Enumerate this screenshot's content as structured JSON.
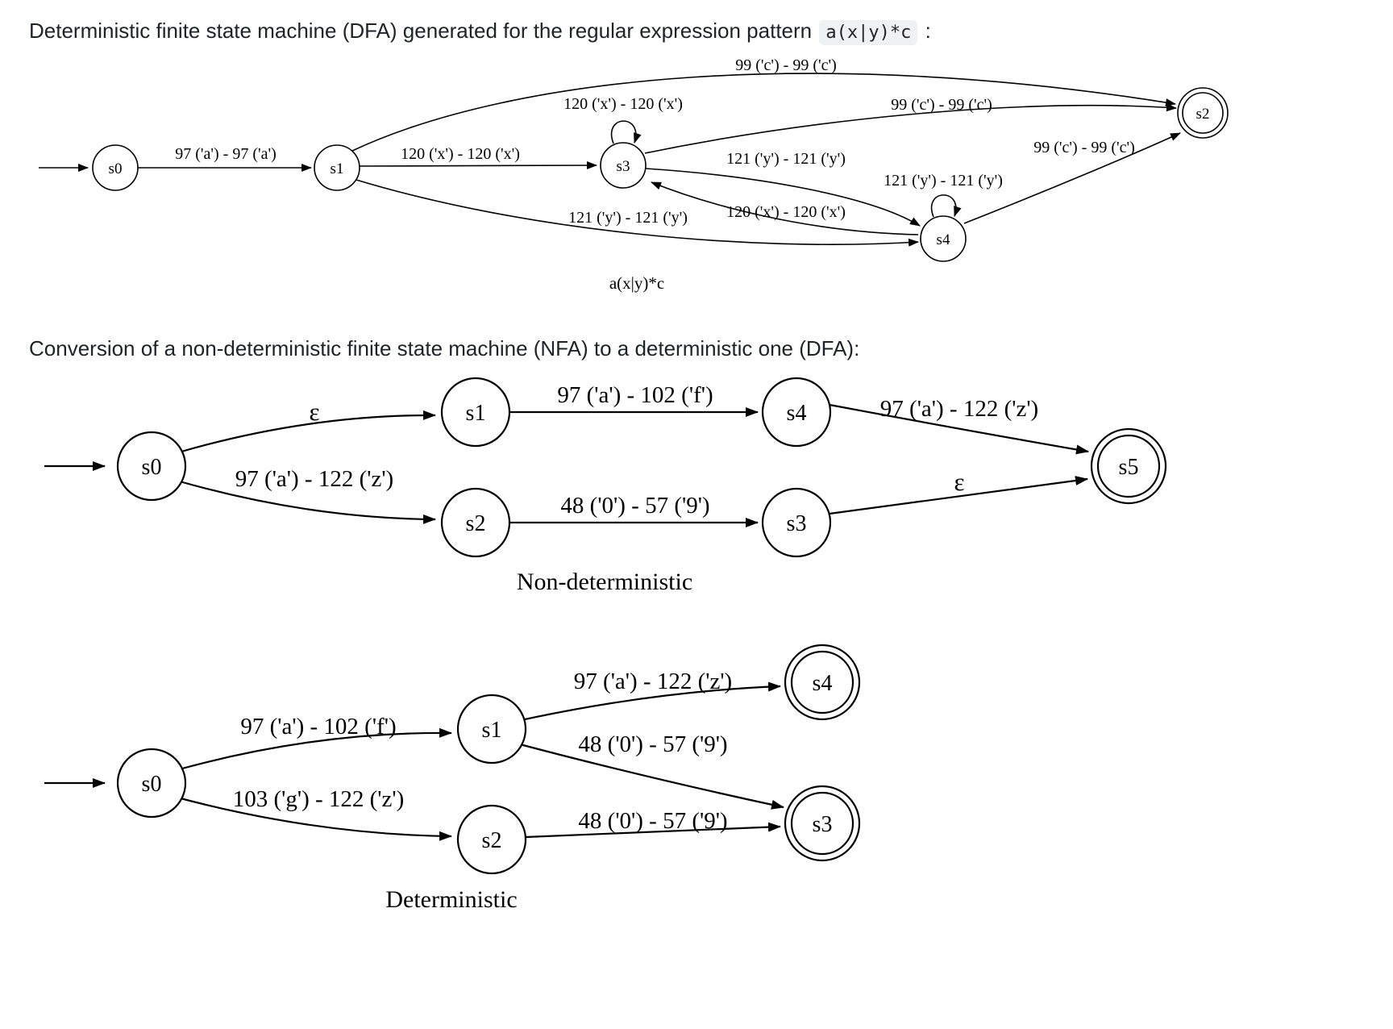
{
  "page": {
    "heading1_prefix": "Deterministic finite state machine (DFA) generated for the regular expression pattern",
    "heading1_code": "a(x|y)*c",
    "heading1_suffix": ":",
    "heading2": "Conversion of a non-deterministic finite state machine (NFA) to a deterministic one (DFA):"
  },
  "dfa1": {
    "caption": "a(x|y)*c",
    "states": {
      "s0": "s0",
      "s1": "s1",
      "s2": "s2",
      "s3": "s3",
      "s4": "s4"
    },
    "labels": {
      "s0_s1": "97 ('a') - 97 ('a')",
      "s1_s3": "120 ('x') - 120 ('x')",
      "s1_s2": "99 ('c') - 99 ('c')",
      "s1_s4": "121 ('y') - 121 ('y')",
      "s3_loop": "120 ('x') - 120 ('x')",
      "s3_s4": "121 ('y') - 121 ('y')",
      "s4_s3": "120 ('x') - 120 ('x')",
      "s4_loop": "121 ('y') - 121 ('y')",
      "s3_s2": "99 ('c') - 99 ('c')",
      "s4_s2": "99 ('c') - 99 ('c')"
    }
  },
  "nfa": {
    "caption": "Non-deterministic",
    "states": {
      "s0": "s0",
      "s1": "s1",
      "s2": "s2",
      "s3": "s3",
      "s4": "s4",
      "s5": "s5"
    },
    "labels": {
      "s0_s1": "ε",
      "s0_s2": "97 ('a') - 122 ('z')",
      "s1_s4": "97 ('a') - 102 ('f')",
      "s2_s3": "48 ('0') - 57 ('9')",
      "s4_s5": "97 ('a') - 122 ('z')",
      "s3_s5": "ε"
    }
  },
  "dfa2": {
    "caption": "Deterministic",
    "states": {
      "s0": "s0",
      "s1": "s1",
      "s2": "s2",
      "s3": "s3",
      "s4": "s4"
    },
    "labels": {
      "s0_s1": "97 ('a') - 102 ('f')",
      "s0_s2": "103 ('g') - 122 ('z')",
      "s1_s4": "97 ('a') - 122 ('z')",
      "s1_s3": "48 ('0') - 57 ('9')",
      "s2_s3": "48 ('0') - 57 ('9')"
    }
  }
}
